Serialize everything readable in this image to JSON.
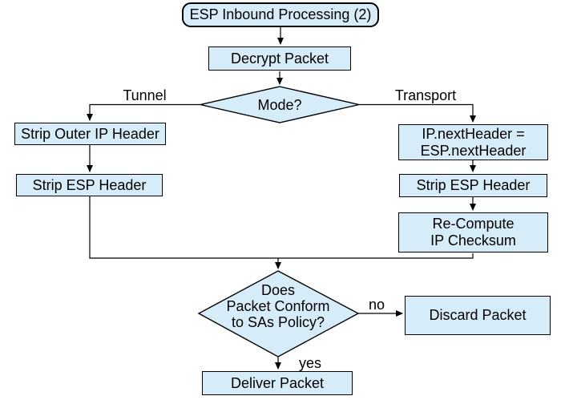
{
  "colors": {
    "canvas_bg": "#ffffff",
    "node_fill": "#d6ecf8",
    "node_border": "#000000",
    "line": "#000000",
    "text": "#000000"
  },
  "flowchart": {
    "nodes": {
      "start": "ESP Inbound Processing (2)",
      "decrypt": "Decrypt Packet",
      "mode_decision": "Mode?",
      "strip_outer_ip": "Strip Outer IP Header",
      "strip_esp_tunnel": "Strip ESP Header",
      "set_next_header": {
        "line1": "IP.nextHeader =",
        "line2": "ESP.nextHeader"
      },
      "strip_esp_transport": "Strip ESP Header",
      "recompute_checksum": {
        "line1": "Re-Compute",
        "line2": "IP Checksum"
      },
      "policy_decision": {
        "line1": "Does",
        "line2": "Packet Conform",
        "line3": "to SAs Policy?"
      },
      "discard": "Discard Packet",
      "deliver": "Deliver Packet"
    },
    "edge_labels": {
      "tunnel": "Tunnel",
      "transport": "Transport",
      "no": "no",
      "yes": "yes"
    }
  }
}
